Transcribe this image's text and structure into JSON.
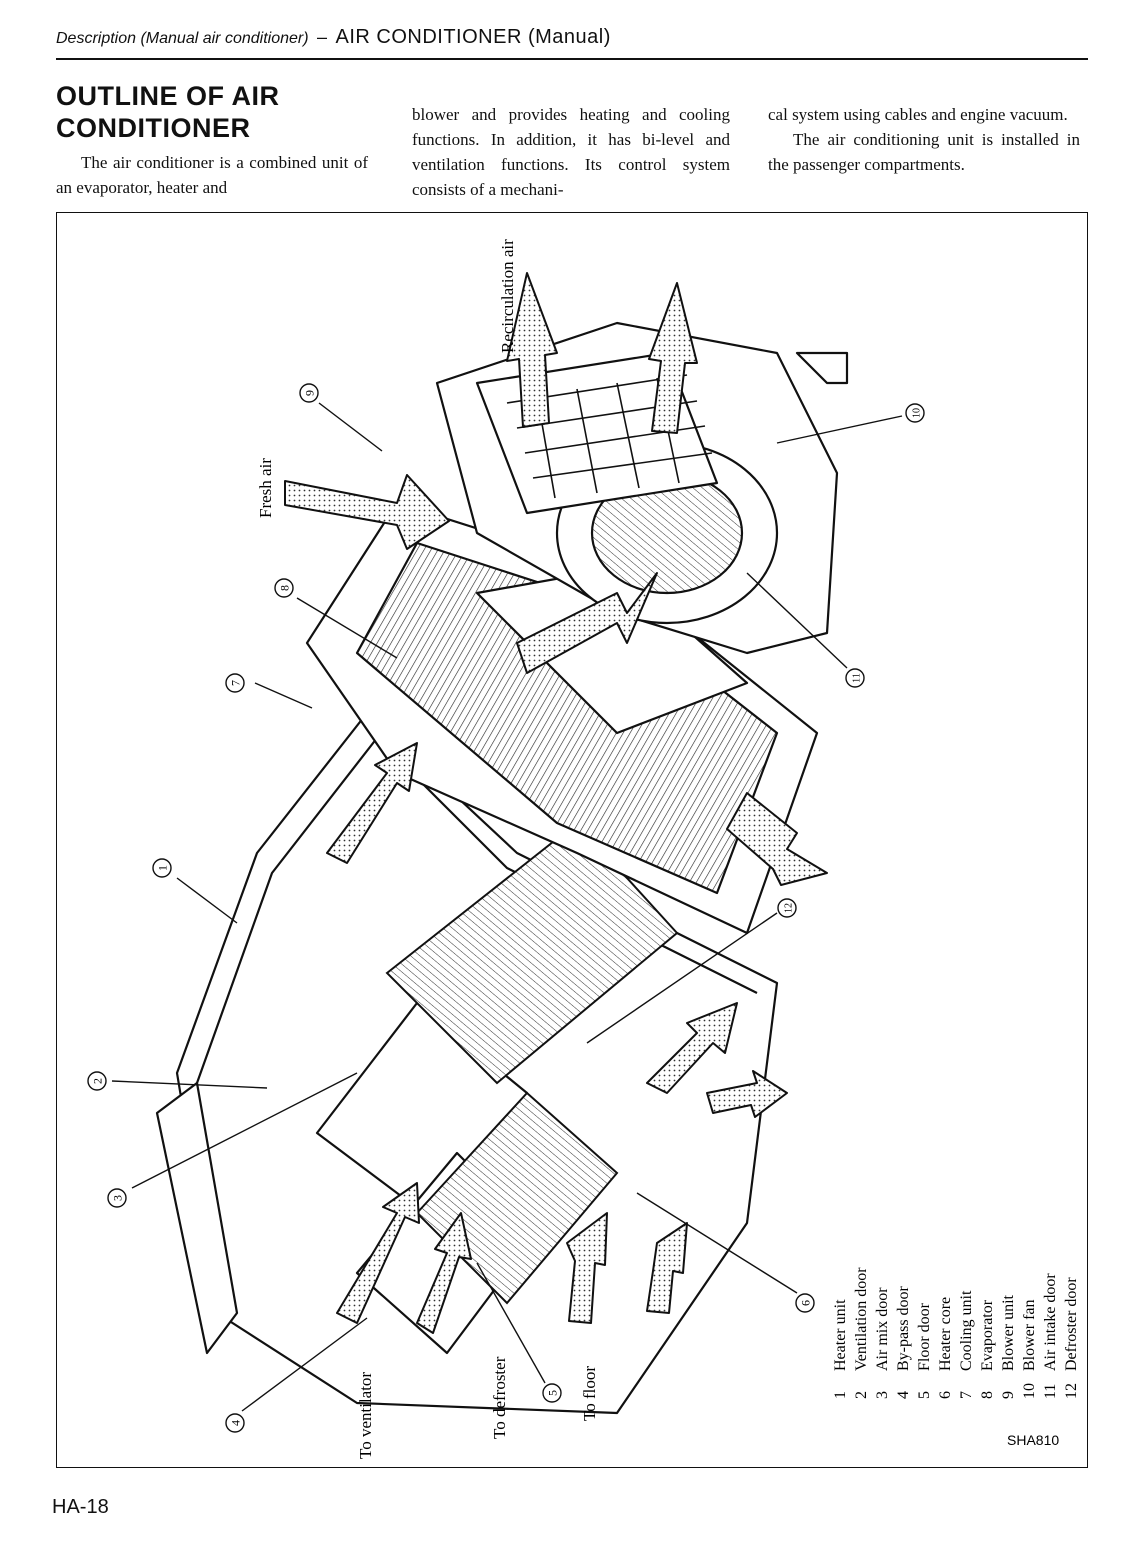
{
  "header": {
    "section_crumb": "Description (Manual air conditioner)",
    "separator": "–",
    "section_title": "AIR CONDITIONER (Manual)"
  },
  "article": {
    "heading_line1": "OUTLINE OF AIR",
    "heading_line2": "CONDITIONER",
    "col1": "The air conditioner is a combined unit of an evaporator, heater and",
    "col2": "blower and provides heating and cooling functions. In addition, it has bi-level and ventilation functions. Its control system consists of a mechani-",
    "col3_a": "cal system using cables and engine vacuum.",
    "col3_b": "The air conditioning unit is installed in the passenger compartments."
  },
  "figure": {
    "airflow_labels": {
      "recirculation": "Recirculation air",
      "fresh": "Fresh air",
      "ventilator": "To ventilator",
      "defroster": "To defroster",
      "floor": "To floor"
    },
    "callouts": [
      "1",
      "2",
      "3",
      "4",
      "5",
      "6",
      "7",
      "8",
      "9",
      "10",
      "11",
      "12"
    ],
    "legend": [
      {
        "num": "1",
        "label": "Heater unit"
      },
      {
        "num": "2",
        "label": "Ventilation door"
      },
      {
        "num": "3",
        "label": "Air mix door"
      },
      {
        "num": "4",
        "label": "By-pass door"
      },
      {
        "num": "5",
        "label": "Floor door"
      },
      {
        "num": "6",
        "label": "Heater core"
      },
      {
        "num": "7",
        "label": "Cooling unit"
      },
      {
        "num": "8",
        "label": "Evaporator"
      },
      {
        "num": "9",
        "label": "Blower unit"
      },
      {
        "num": "10",
        "label": "Blower fan"
      },
      {
        "num": "11",
        "label": "Air intake door"
      },
      {
        "num": "12",
        "label": "Defroster door"
      }
    ],
    "code": "SHA810"
  },
  "footer": {
    "page_number": "HA-18"
  }
}
